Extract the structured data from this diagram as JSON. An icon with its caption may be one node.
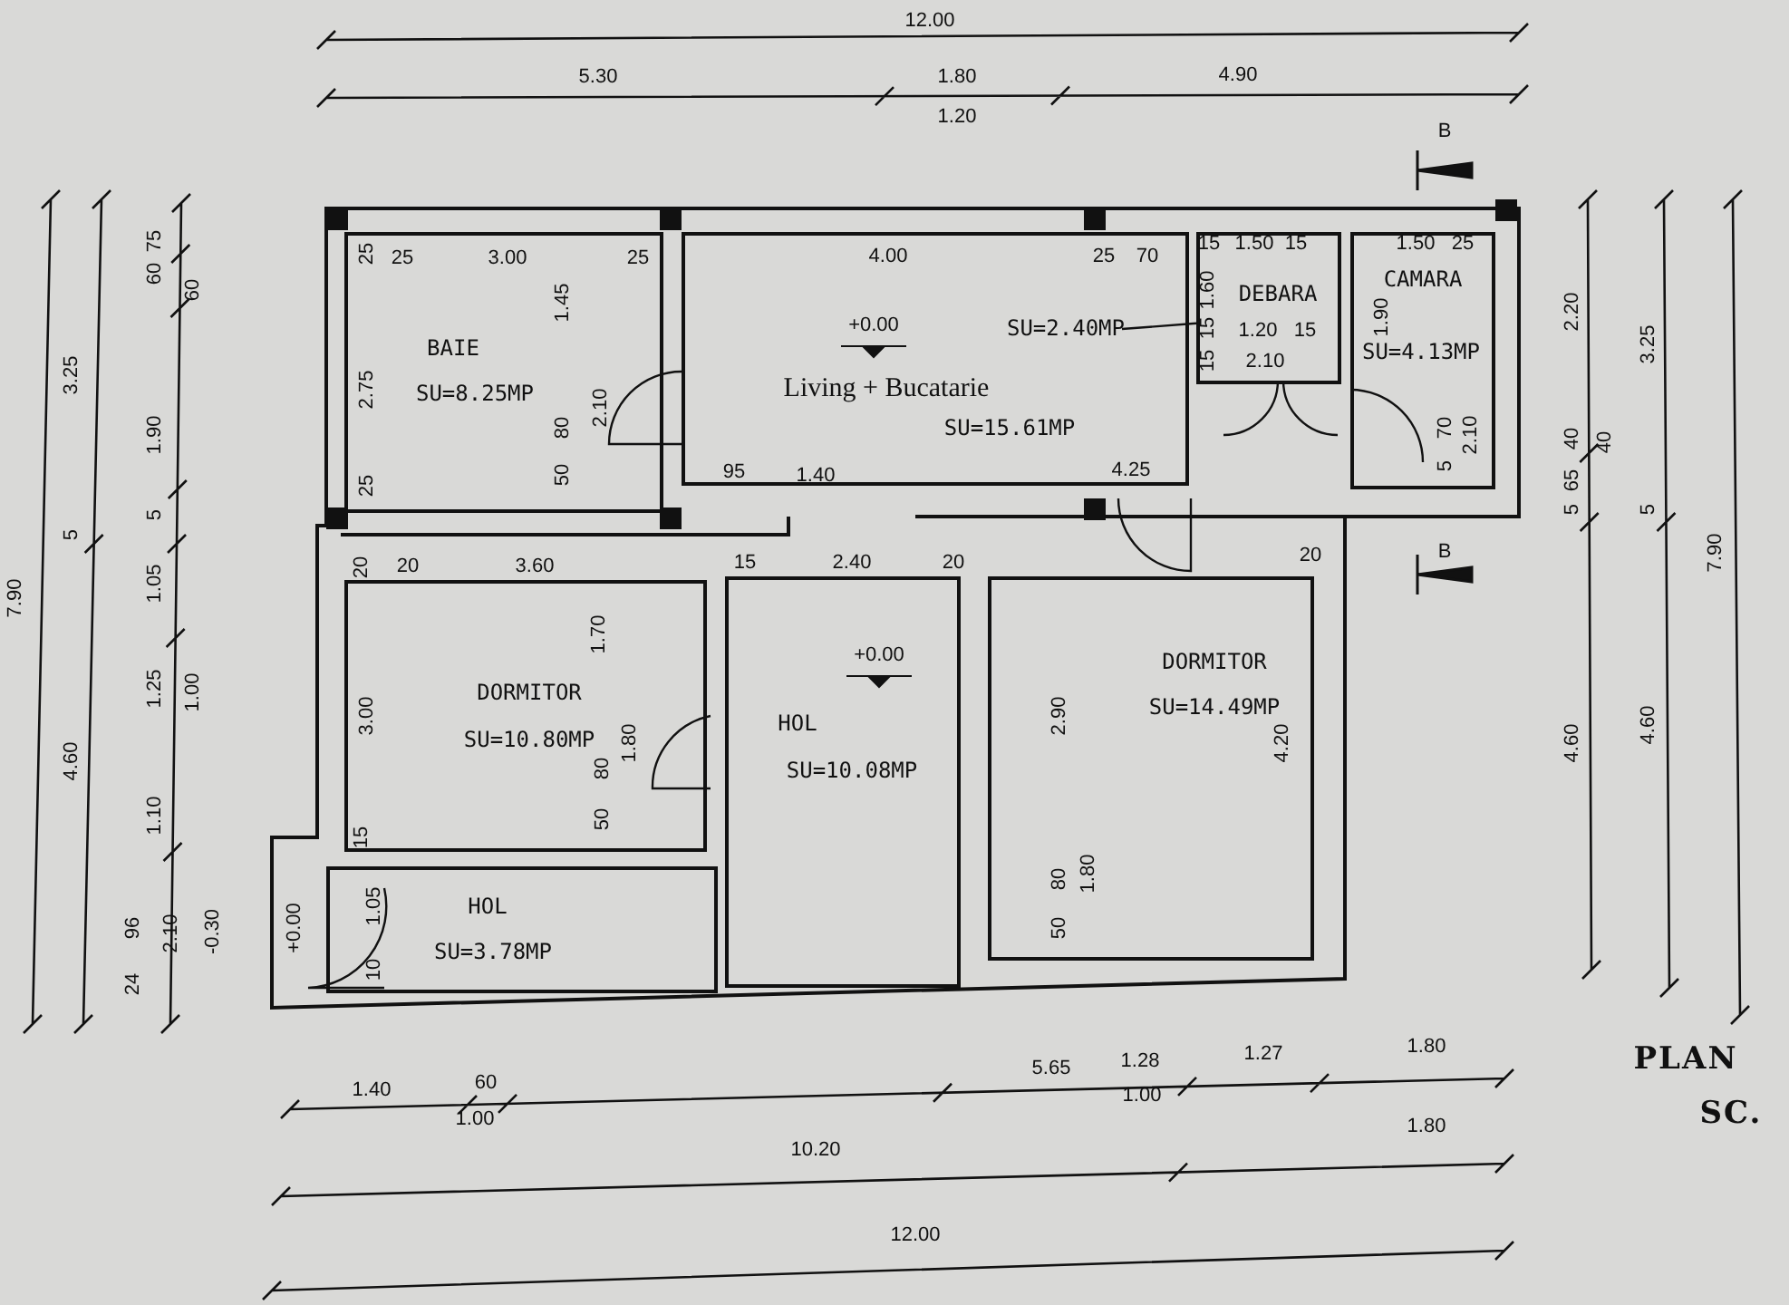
{
  "diagram": {
    "nodes": [
      {
        "text": [
          "BAIE",
          "SU=8.25MP"
        ]
      },
      {
        "text": [
          "Living + Bucatarie",
          "SU=15.61MP"
        ]
      },
      {
        "text": [
          "SU=2.40MP"
        ],
        "in": 1
      },
      {
        "text": [
          "DEBARA"
        ]
      },
      {
        "text": [
          "CAMARA",
          "SU=4.13MP"
        ]
      },
      {
        "text": [
          "DORMITOR",
          "SU=10.80MP"
        ]
      },
      {
        "text": [
          "HOL",
          "SU=10.08MP"
        ]
      },
      {
        "text": [
          "DORMITOR",
          "SU=14.49MP"
        ]
      },
      {
        "text": [
          "HOL",
          "SU=3.78MP"
        ]
      }
    ],
    "edges": [
      {
        "from": 2,
        "to": 3,
        "arrow": "none"
      }
    ],
    "labels": [
      "12.00",
      "5.30",
      "1.80",
      "4.90",
      "1.20",
      "B",
      "25",
      "25",
      "3.00",
      "25",
      "4.00",
      "25",
      "70",
      "15",
      "1.50",
      "15",
      "1.50",
      "25",
      "1.45",
      "1.60",
      "+0.00",
      "1.90",
      "1.20",
      "15",
      "15",
      "15",
      "2.10",
      "2.75",
      "2.10",
      "80",
      "50",
      "25",
      "70",
      "5",
      "2.10",
      "95",
      "1.40",
      "4.25",
      "B",
      "7.90",
      "3.25",
      "5",
      "4.60",
      "75",
      "60",
      "60",
      "1.90",
      "5",
      "1.05",
      "1.25",
      "1.00",
      "1.10",
      "96",
      "2.10",
      "-0.30",
      "24",
      "+0.00",
      "2.20",
      "40",
      "40",
      "65",
      "5",
      "3.25",
      "5",
      "7.90",
      "4.60",
      "4.60",
      "20",
      "20",
      "3.60",
      "15",
      "2.40",
      "20",
      "20",
      "1.70",
      "+0.00",
      "3.00",
      "80",
      "1.80",
      "2.90",
      "4.20",
      "50",
      "15",
      "1.80",
      "80",
      "50",
      "1.05",
      "10",
      "1.40",
      "60",
      "1.00",
      "5.65",
      "1.28",
      "1.00",
      "1.27",
      "1.80",
      "10.20",
      "1.80",
      "12.00",
      "PLAN",
      "SC."
    ]
  }
}
